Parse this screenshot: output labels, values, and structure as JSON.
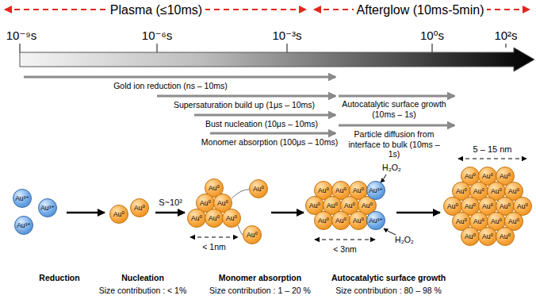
{
  "diagram": {
    "nodes": [
      {
        "text": [
          "Au³⁺"
        ]
      },
      {
        "text": [
          "Au³⁺"
        ]
      },
      {
        "text": [
          "Au³⁺"
        ]
      },
      {
        "text": [
          "Au⁰"
        ]
      },
      {
        "text": [
          "Au⁰"
        ]
      },
      {
        "text": [
          "Au⁰"
        ]
      },
      {
        "text": [
          "Au⁰"
        ]
      },
      {
        "text": [
          "Au⁰"
        ]
      },
      {
        "text": [
          "Au⁰"
        ]
      },
      {
        "text": [
          "Au⁰"
        ]
      },
      {
        "text": [
          "Au⁰"
        ]
      },
      {
        "text": [
          "Au⁰"
        ]
      },
      {
        "text": [
          "Au⁰"
        ]
      },
      {
        "text": [
          "Au⁰"
        ]
      },
      {
        "text": [
          "Au⁰"
        ]
      },
      {
        "text": [
          "Au⁰"
        ]
      },
      {
        "text": [
          "Au⁰"
        ]
      },
      {
        "text": [
          "Au⁰"
        ]
      },
      {
        "text": [
          "Au⁰"
        ]
      },
      {
        "text": [
          "Au⁰"
        ]
      },
      {
        "text": [
          "Au⁰"
        ]
      },
      {
        "text": [
          "Au⁰"
        ]
      },
      {
        "text": [
          "Au⁰"
        ]
      },
      {
        "text": [
          "Au³⁺"
        ]
      },
      {
        "text": [
          "Au³⁺"
        ]
      },
      {
        "text": [
          "Au⁰"
        ]
      },
      {
        "text": [
          "Au⁰"
        ]
      },
      {
        "text": [
          "Au⁰"
        ]
      },
      {
        "text": [
          "Au⁰"
        ]
      },
      {
        "text": [
          "Au⁰"
        ]
      },
      {
        "text": [
          "Au⁰"
        ]
      },
      {
        "text": [
          "Au⁰"
        ]
      },
      {
        "text": [
          "Au⁰"
        ]
      },
      {
        "text": [
          "Au⁰"
        ]
      },
      {
        "text": [
          "Au⁰"
        ]
      },
      {
        "text": [
          "Au⁰"
        ]
      },
      {
        "text": [
          "Au⁰"
        ]
      },
      {
        "text": [
          "Au⁰"
        ]
      },
      {
        "text": [
          "Au⁰"
        ]
      },
      {
        "text": [
          "Au⁰"
        ]
      },
      {
        "text": [
          "Au⁰"
        ]
      },
      {
        "text": [
          "Au⁰"
        ]
      },
      {
        "text": [
          "Au⁰"
        ]
      },
      {
        "text": [
          "Au⁰"
        ]
      }
    ],
    "labels": [
      "Plasma (≤10ms)",
      "Afterglow (10ms-5min)",
      "10⁻⁹s",
      "10⁻⁶s",
      "10⁻³s",
      "10⁰s",
      "10²s",
      "Gold ion reduction (ns – 10ms)",
      "Supersaturation build up (1μs – 10ms)",
      "Autocatalytic surface growth (10ms – 1s)",
      "Bust nucleation (10μs – 10ms)",
      "Particle diffusion from interface to bulk (10ms – 1s)",
      "Monomer absorption (100μs – 10ms)",
      "5 – 15 nm",
      "S~10²",
      "< 1nm",
      "< 3nm",
      "H₂O₂",
      "H₂O₂",
      "Reduction",
      "Nucleation",
      "Size contribution : < 1%",
      "Monomer absorption",
      "Size contribution : 1 – 20 %",
      "Autocatalytic surface growth",
      "Size contribution : 80 – 98 %"
    ]
  }
}
